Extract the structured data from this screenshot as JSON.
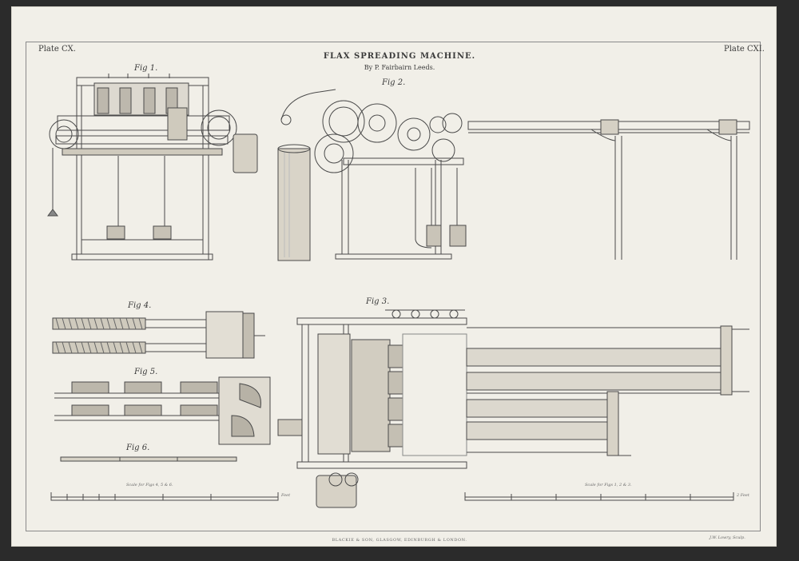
{
  "plate": {
    "left": "Plate CX.",
    "right": "Plate CXI.",
    "title": "FLAX SPREADING MACHINE.",
    "subtitle": "By P. Fairbairn Leeds."
  },
  "figures": {
    "fig1": "Fig 1.",
    "fig2": "Fig 2.",
    "fig3": "Fig 3.",
    "fig4": "Fig 4.",
    "fig5": "Fig 5.",
    "fig6": "Fig 6."
  },
  "scales": {
    "left": "Scale for Figs 4, 5 & 6.",
    "right": "Scale for Figs 1, 2 & 3.",
    "left_unit": "Feet",
    "right_unit": "2 Feet"
  },
  "footer": {
    "publisher": "BLACKIE & SON, GLASGOW, EDINBURGH & LONDON.",
    "engraver": "J.W. Lowry, Sculp."
  },
  "colors": {
    "paper": "#f1efe8",
    "ink": "#3a3a3a",
    "background": "#2b2b2b"
  }
}
